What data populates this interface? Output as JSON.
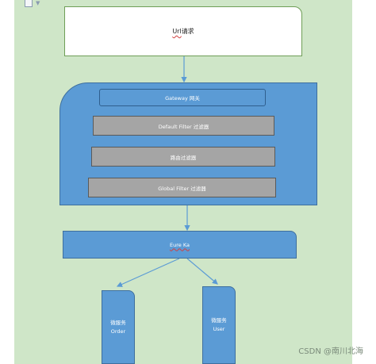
{
  "toolbar": {
    "doc_icon": "document-icon",
    "dropdown_icon": "chevron-down-icon",
    "dropdown_glyph": "▼"
  },
  "diagram": {
    "request": {
      "prefix": "Url",
      "suffix": "请求"
    },
    "gateway": {
      "title": "Gateway 网关",
      "filters": [
        "Default Filter  过滤器",
        "路由过滤器",
        "Global Filter 过滤器"
      ]
    },
    "registry": {
      "label": "Eure Ka"
    },
    "services": [
      {
        "line1": "微服务",
        "line2": "Order"
      },
      {
        "line1": "微服务",
        "line2": "User"
      }
    ]
  },
  "watermark": "CSDN @南川北海",
  "colors": {
    "background": "#cfe6c8",
    "box_blue": "#5b9bd5",
    "filter_gray": "#a5a5a5",
    "arrow": "#5b9bd5"
  }
}
